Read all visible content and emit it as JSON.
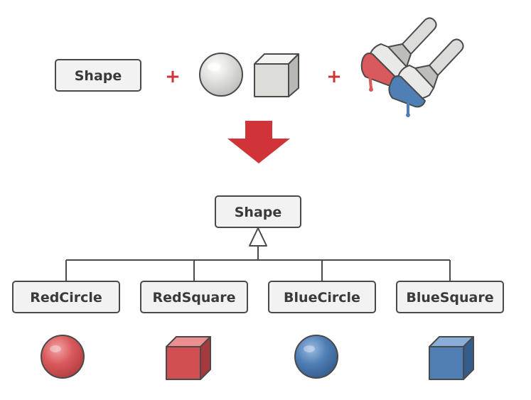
{
  "colors": {
    "red": "#d9595c",
    "blue": "#4f7fb5",
    "plus": "#d13438",
    "arrow": "#d13438",
    "box_border": "#4a4a4a",
    "box_fill": "#f2f2f2",
    "neutral_shape": "#e4e4e2"
  },
  "top_row": {
    "shape_label": "Shape",
    "plus_1": "+",
    "plus_2": "+",
    "icons": [
      "sphere-icon",
      "cube-icon",
      "paintbrushes-icon"
    ]
  },
  "arrow_icon": "down-arrow-icon",
  "hierarchy": {
    "parent": "Shape",
    "relation_icon": "inheritance-triangle-icon",
    "children": [
      {
        "label": "RedCircle",
        "icon": "red-sphere-icon"
      },
      {
        "label": "RedSquare",
        "icon": "red-cube-icon"
      },
      {
        "label": "BlueCircle",
        "icon": "blue-sphere-icon"
      },
      {
        "label": "BlueSquare",
        "icon": "blue-cube-icon"
      }
    ]
  }
}
